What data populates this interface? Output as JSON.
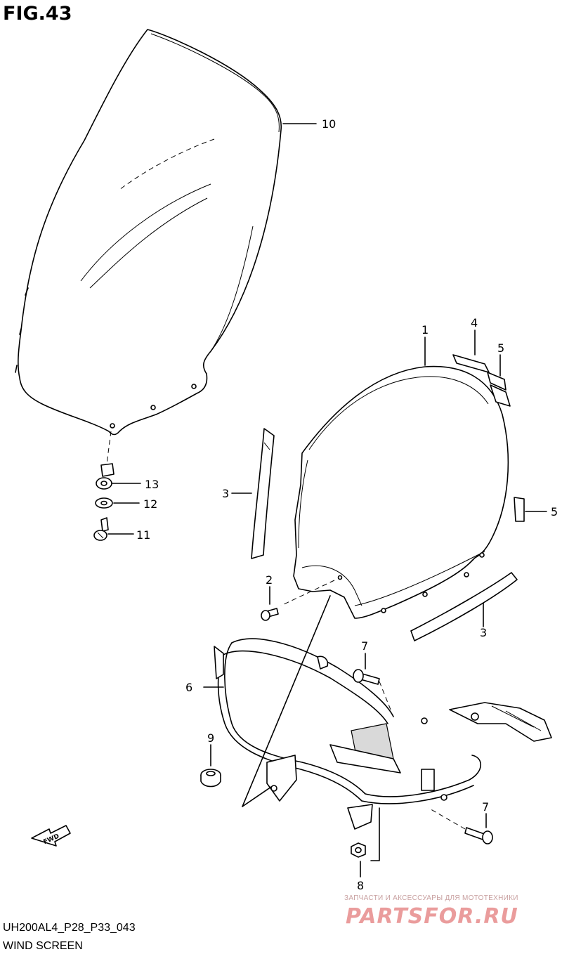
{
  "figure": {
    "title": "FIG.43"
  },
  "callouts": {
    "c1": "1",
    "c2": "2",
    "c3a": "3",
    "c3b": "3",
    "c4": "4",
    "c5a": "5",
    "c5b": "5",
    "c6": "6",
    "c7a": "7",
    "c7b": "7",
    "c8": "8",
    "c9": "9",
    "c10": "10",
    "c11": "11",
    "c12": "12",
    "c13": "13"
  },
  "direction_badge": "FWD",
  "footer": {
    "code": "UH200AL4_P28_P33_043",
    "name": "WIND SCREEN"
  },
  "watermark": {
    "line1": "ЗАПЧАСТИ И АКСЕССУАРЫ ДЛЯ МОТОТЕХНИКИ",
    "logo": "PARTSFOR.RU"
  },
  "colors": {
    "ink": "#000000",
    "watermark": "#e8a0a0"
  }
}
